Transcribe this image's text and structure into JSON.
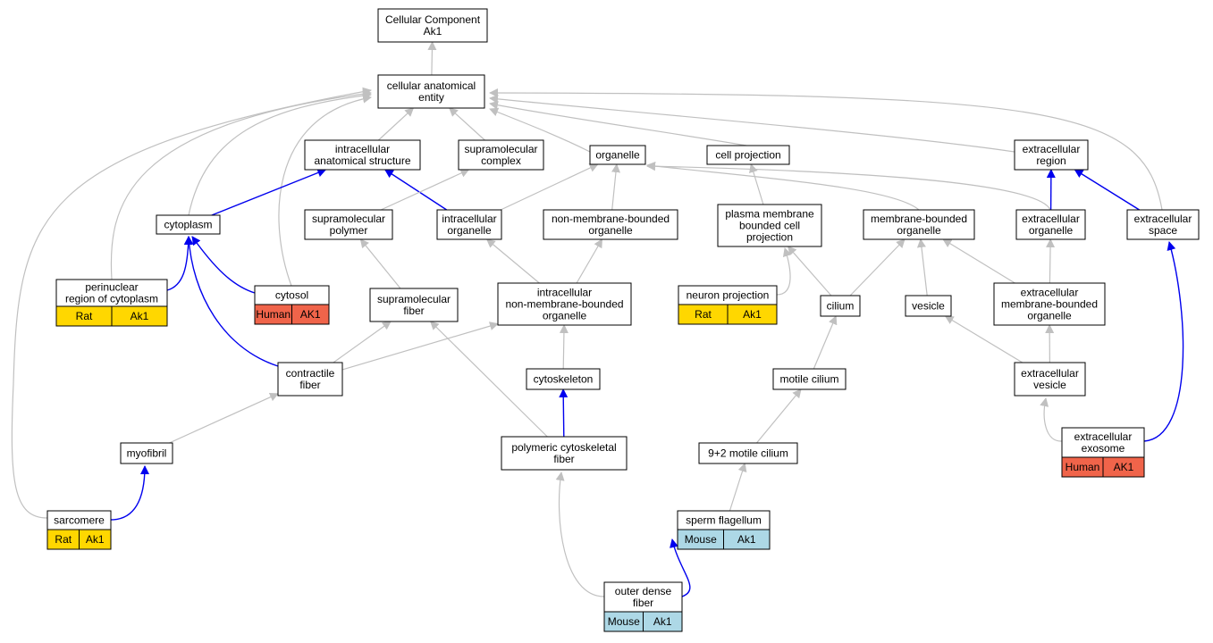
{
  "title": "Cellular Component Ak1",
  "colors": {
    "edge_gray": "#c0c0c0",
    "edge_blue": "#0000ee",
    "rat": "#ffd700",
    "human": "#f0644a",
    "mouse": "#add8e6"
  },
  "nodes": {
    "root": {
      "lines": [
        "Cellular Component",
        "Ak1"
      ]
    },
    "cae": {
      "lines": [
        "cellular anatomical",
        "entity"
      ]
    },
    "ias": {
      "lines": [
        "intracellular",
        "anatomical structure"
      ]
    },
    "smc": {
      "lines": [
        "supramolecular",
        "complex"
      ]
    },
    "org": {
      "lines": [
        "organelle"
      ]
    },
    "cp": {
      "lines": [
        "cell projection"
      ]
    },
    "er": {
      "lines": [
        "extracellular",
        "region"
      ]
    },
    "cyto": {
      "lines": [
        "cytoplasm"
      ]
    },
    "smp": {
      "lines": [
        "supramolecular",
        "polymer"
      ]
    },
    "io": {
      "lines": [
        "intracellular",
        "organelle"
      ]
    },
    "nmbo": {
      "lines": [
        "non-membrane-bounded",
        "organelle"
      ]
    },
    "pmbcp": {
      "lines": [
        "plasma membrane",
        "bounded cell",
        "projection"
      ]
    },
    "mbo": {
      "lines": [
        "membrane-bounded",
        "organelle"
      ]
    },
    "eo": {
      "lines": [
        "extracellular",
        "organelle"
      ]
    },
    "es": {
      "lines": [
        "extracellular",
        "space"
      ]
    },
    "prc": {
      "lines": [
        "perinuclear",
        "region of cytoplasm"
      ],
      "species": "Rat",
      "gene": "Ak1"
    },
    "cytosol": {
      "lines": [
        "cytosol"
      ],
      "species": "Human",
      "gene": "AK1"
    },
    "smf": {
      "lines": [
        "supramolecular",
        "fiber"
      ]
    },
    "inmbo": {
      "lines": [
        "intracellular",
        "non-membrane-bounded",
        "organelle"
      ]
    },
    "np": {
      "lines": [
        "neuron projection"
      ],
      "species": "Rat",
      "gene": "Ak1"
    },
    "cilium": {
      "lines": [
        "cilium"
      ]
    },
    "vesicle": {
      "lines": [
        "vesicle"
      ]
    },
    "embo": {
      "lines": [
        "extracellular",
        "membrane-bounded",
        "organelle"
      ]
    },
    "cf": {
      "lines": [
        "contractile",
        "fiber"
      ]
    },
    "csk": {
      "lines": [
        "cytoskeleton"
      ]
    },
    "mc": {
      "lines": [
        "motile cilium"
      ]
    },
    "ev": {
      "lines": [
        "extracellular",
        "vesicle"
      ]
    },
    "myo": {
      "lines": [
        "myofibril"
      ]
    },
    "pcf": {
      "lines": [
        "polymeric cytoskeletal",
        "fiber"
      ]
    },
    "c92": {
      "lines": [
        "9+2 motile cilium"
      ]
    },
    "exo": {
      "lines": [
        "extracellular",
        "exosome"
      ],
      "species": "Human",
      "gene": "AK1"
    },
    "sarc": {
      "lines": [
        "sarcomere"
      ],
      "species": "Rat",
      "gene": "Ak1"
    },
    "sf": {
      "lines": [
        "sperm flagellum"
      ],
      "species": "Mouse",
      "gene": "Ak1"
    },
    "odf": {
      "lines": [
        "outer dense",
        "fiber"
      ],
      "species": "Mouse",
      "gene": "Ak1"
    }
  },
  "edges": [
    {
      "from": "cae",
      "to": "root",
      "type": "is_a"
    },
    {
      "from": "ias",
      "to": "cae",
      "type": "is_a"
    },
    {
      "from": "smc",
      "to": "cae",
      "type": "is_a"
    },
    {
      "from": "org",
      "to": "cae",
      "type": "is_a"
    },
    {
      "from": "cp",
      "to": "cae",
      "type": "is_a"
    },
    {
      "from": "er",
      "to": "cae",
      "type": "is_a"
    },
    {
      "from": "cyto",
      "to": "cae",
      "type": "is_a"
    },
    {
      "from": "prc",
      "to": "cae",
      "type": "is_a"
    },
    {
      "from": "cytosol",
      "to": "cae",
      "type": "is_a"
    },
    {
      "from": "sarc",
      "to": "cae",
      "type": "is_a"
    },
    {
      "from": "es",
      "to": "cae",
      "type": "is_a"
    },
    {
      "from": "cyto",
      "to": "ias",
      "type": "part_of"
    },
    {
      "from": "io",
      "to": "ias",
      "type": "part_of"
    },
    {
      "from": "smp",
      "to": "smc",
      "type": "is_a"
    },
    {
      "from": "io",
      "to": "org",
      "type": "is_a"
    },
    {
      "from": "nmbo",
      "to": "org",
      "type": "is_a"
    },
    {
      "from": "mbo",
      "to": "org",
      "type": "is_a"
    },
    {
      "from": "eo",
      "to": "org",
      "type": "is_a"
    },
    {
      "from": "pmbcp",
      "to": "cp",
      "type": "is_a"
    },
    {
      "from": "eo",
      "to": "er",
      "type": "part_of"
    },
    {
      "from": "es",
      "to": "er",
      "type": "part_of"
    },
    {
      "from": "prc",
      "to": "cyto",
      "type": "part_of"
    },
    {
      "from": "cytosol",
      "to": "cyto",
      "type": "part_of"
    },
    {
      "from": "cf",
      "to": "cyto",
      "type": "part_of"
    },
    {
      "from": "smf",
      "to": "smp",
      "type": "is_a"
    },
    {
      "from": "inmbo",
      "to": "io",
      "type": "is_a"
    },
    {
      "from": "inmbo",
      "to": "nmbo",
      "type": "is_a"
    },
    {
      "from": "np",
      "to": "pmbcp",
      "type": "is_a"
    },
    {
      "from": "cilium",
      "to": "pmbcp",
      "type": "is_a"
    },
    {
      "from": "cilium",
      "to": "mbo",
      "type": "is_a"
    },
    {
      "from": "vesicle",
      "to": "mbo",
      "type": "is_a"
    },
    {
      "from": "embo",
      "to": "mbo",
      "type": "is_a"
    },
    {
      "from": "embo",
      "to": "eo",
      "type": "is_a"
    },
    {
      "from": "cf",
      "to": "smf",
      "type": "is_a"
    },
    {
      "from": "cf",
      "to": "inmbo",
      "type": "is_a"
    },
    {
      "from": "csk",
      "to": "inmbo",
      "type": "is_a"
    },
    {
      "from": "pcf",
      "to": "smf",
      "type": "is_a"
    },
    {
      "from": "pcf",
      "to": "csk",
      "type": "part_of"
    },
    {
      "from": "mc",
      "to": "cilium",
      "type": "is_a"
    },
    {
      "from": "ev",
      "to": "vesicle",
      "type": "is_a"
    },
    {
      "from": "ev",
      "to": "embo",
      "type": "is_a"
    },
    {
      "from": "exo",
      "to": "ev",
      "type": "is_a"
    },
    {
      "from": "exo",
      "to": "es",
      "type": "part_of"
    },
    {
      "from": "myo",
      "to": "cf",
      "type": "is_a"
    },
    {
      "from": "sarc",
      "to": "myo",
      "type": "part_of"
    },
    {
      "from": "c92",
      "to": "mc",
      "type": "is_a"
    },
    {
      "from": "sf",
      "to": "c92",
      "type": "is_a"
    },
    {
      "from": "odf",
      "to": "pcf",
      "type": "is_a"
    },
    {
      "from": "odf",
      "to": "sf",
      "type": "part_of"
    }
  ]
}
